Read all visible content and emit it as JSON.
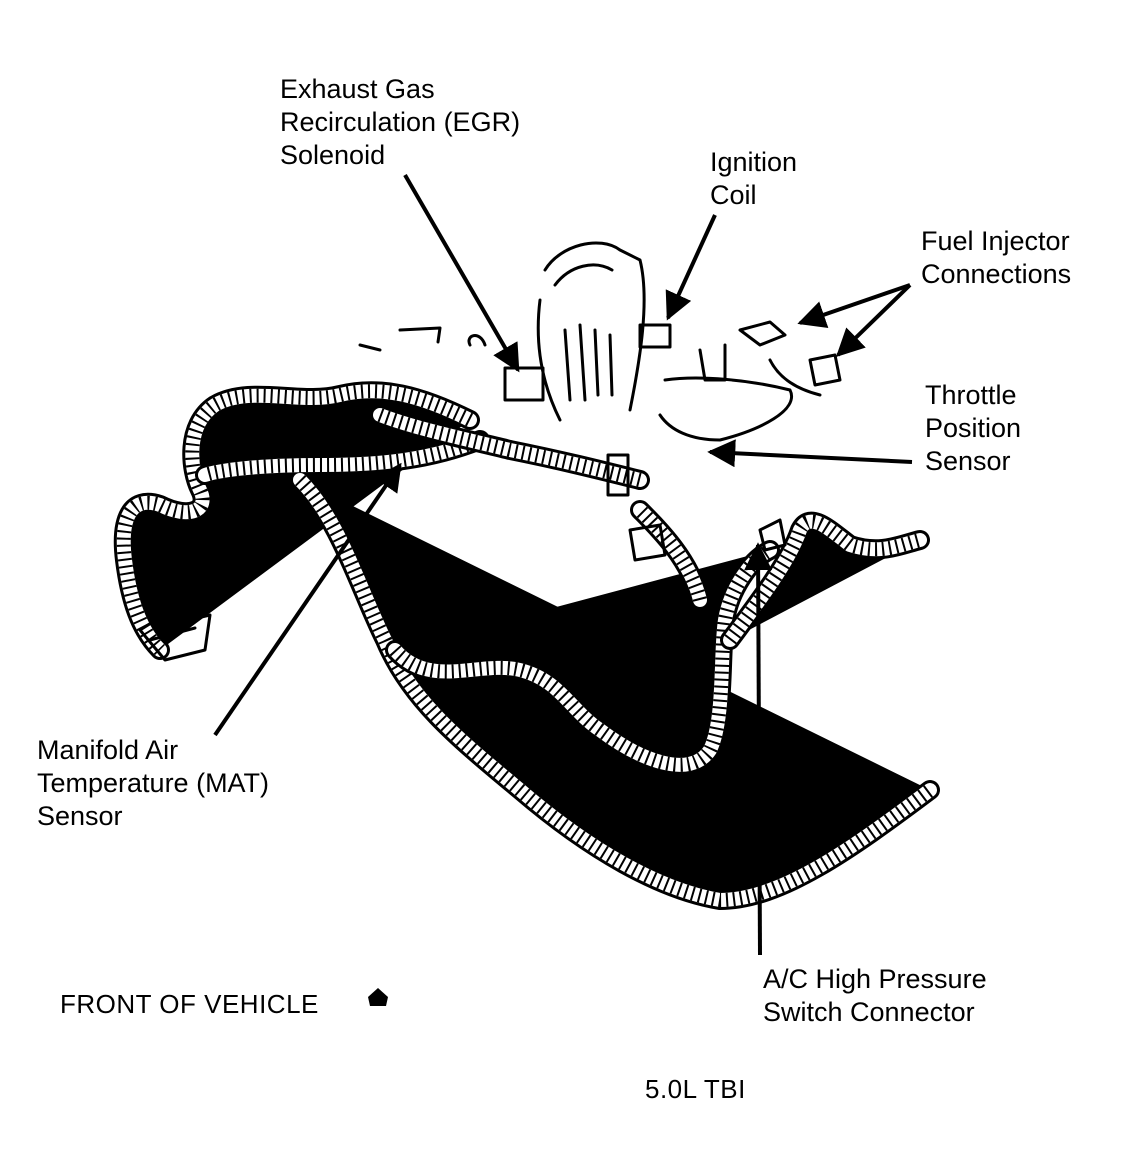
{
  "labels": {
    "egr": [
      "Exhaust Gas",
      "Recirculation (EGR)",
      "Solenoid"
    ],
    "ignition": [
      "Ignition",
      "Coil"
    ],
    "fuel_injector": [
      "Fuel Injector",
      "Connections"
    ],
    "throttle": [
      "Throttle",
      "Position",
      "Sensor"
    ],
    "mat": [
      "Manifold Air",
      "Temperature (MAT)",
      "Sensor"
    ],
    "ac": [
      "A/C High Pressure",
      "Switch Connector"
    ],
    "front": "FRONT OF VEHICLE",
    "engine": "5.0L TBI"
  },
  "colors": {
    "ink": "#000000",
    "paper": "#ffffff"
  }
}
